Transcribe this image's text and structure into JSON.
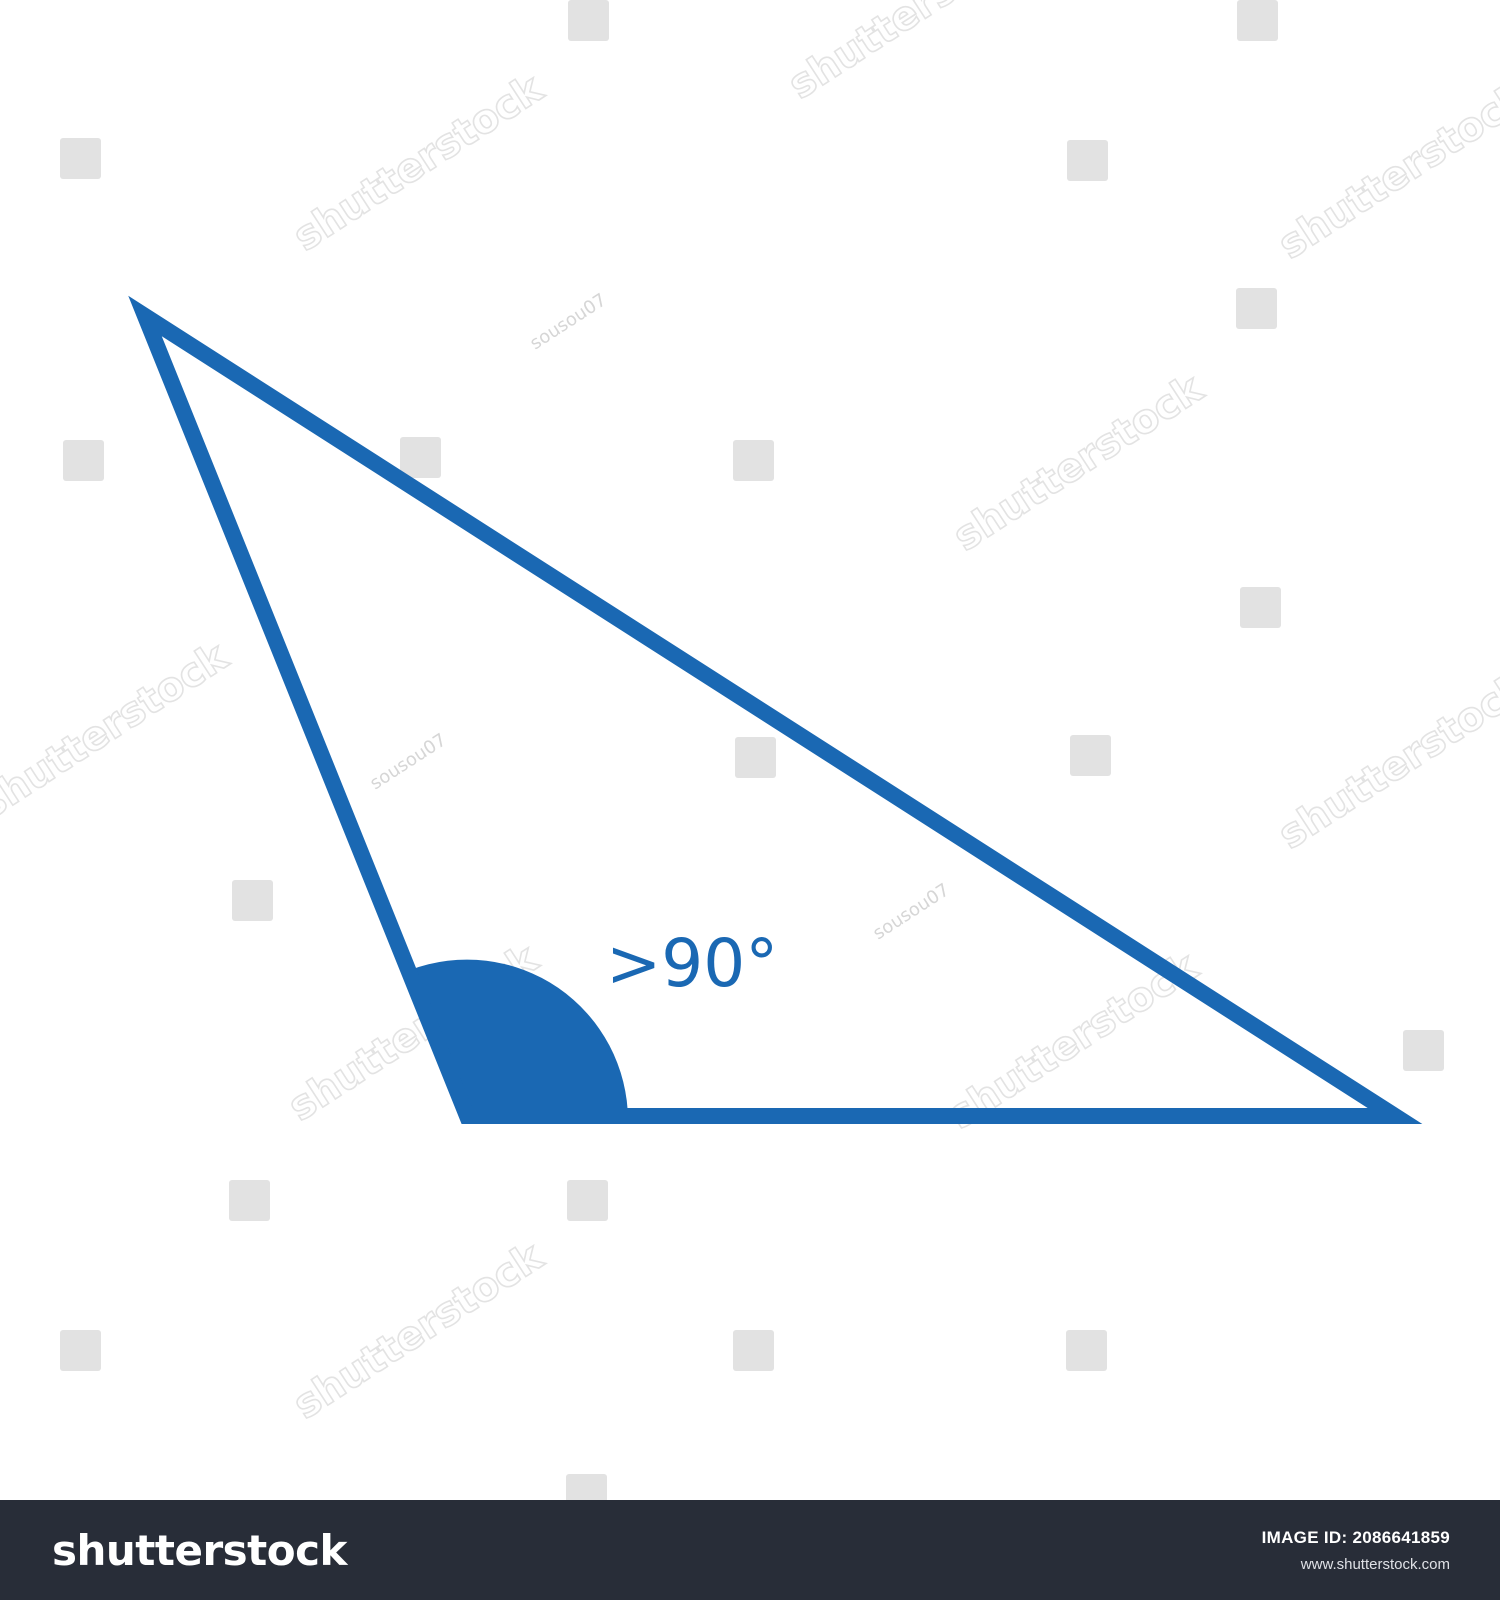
{
  "diagram": {
    "angle_label": ">90°",
    "color": "#1a68b3"
  },
  "watermark": {
    "word": "shutterstock",
    "contributor": "sousou07",
    "color": "#e3e3e3"
  },
  "footer": {
    "brand": "shutterstock",
    "image_id": "IMAGE ID: 2086641859",
    "url": "www.shutterstock.com",
    "background": "#282d38"
  }
}
